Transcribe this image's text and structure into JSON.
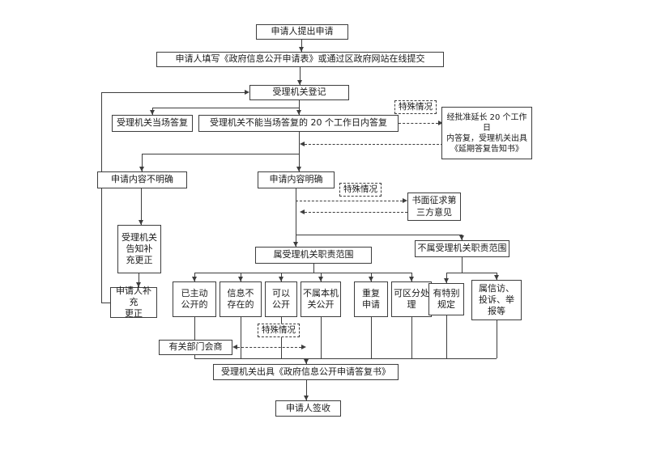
{
  "colors": {
    "background": "#ffffff",
    "line": "#3d3d3d",
    "text": "#1a1a1a"
  },
  "nodes": {
    "apply": "申请人提出申请",
    "fill_form": "申请人填写《政府信息公开申请表》或通过区政府网站在线提交",
    "register": "受理机关登记",
    "onspot_reply": "受理机关当场答复",
    "cannot_reply": "受理机关不能当场答复的 20 个工作日内答复",
    "special_1": "特殊情况",
    "extend_reply": "经批准延长 20 个工作日\n内答复，受理机关出具\n《延期答复告知书》",
    "content_unclear": "申请内容不明确",
    "content_clear": "申请内容明确",
    "special_2": "特殊情况",
    "third_party": "书面征求第\n三方意见",
    "notify_supplement": "受理机关\n告知补\n充更正",
    "in_scope": "属受理机关职责范围",
    "out_scope": "不属受理机关职责范围",
    "applicant_supplement": "申请人补充\n更正",
    "already_public": "已主动\n公开的",
    "not_exist": "信息不\n存在的",
    "can_public": "可以\n公开",
    "not_this_org": "不属本机\n关公开",
    "repeat_apply": "重复\n申请",
    "separable": "可区分处\n理",
    "special_rule": "有特别\n规定",
    "petition": "属信访、\n投诉、举\n报等",
    "special_3": "特殊情况",
    "consult": "有关部门会商",
    "reply_letter": "受理机关出具《政府信息公开申请答复书》",
    "sign": "申请人签收"
  }
}
